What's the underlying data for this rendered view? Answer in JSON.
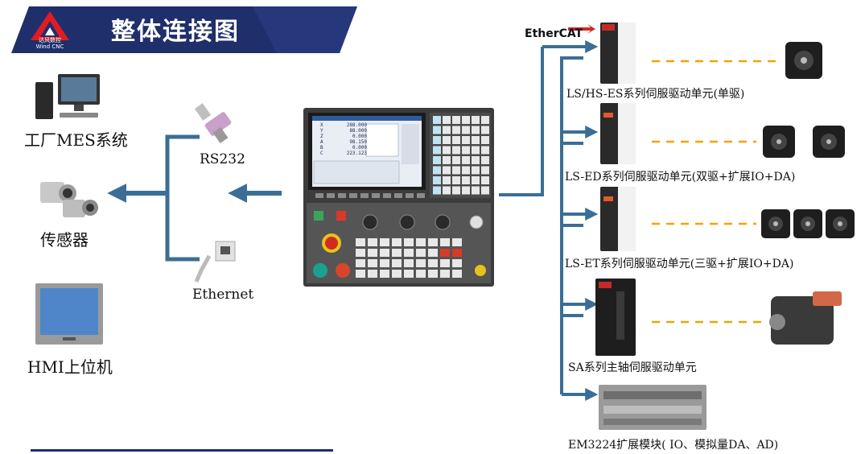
{
  "header": {
    "title": "整体连接图",
    "logo_cn": "达风数控",
    "logo_en": "Wind CNC",
    "banner_color": "#1f2f6b"
  },
  "left_devices": {
    "mes": "工厂MES系统",
    "sensor": "传感器",
    "hmi": "HMI上位机"
  },
  "interfaces": {
    "rs232": "RS232",
    "ethernet": "Ethernet"
  },
  "bus": {
    "ethercat": "EtherCAT"
  },
  "right_units": [
    {
      "label": "LS/HS-ES系列伺服驱动单元(单驱)",
      "motors": 1
    },
    {
      "label": "LS-ED系列伺服驱动单元(双驱+扩展IO+DA)",
      "motors": 2
    },
    {
      "label": "LS-ET系列伺服驱动单元(三驱+扩展IO+DA)",
      "motors": 3
    },
    {
      "label": "SA系列主轴伺服驱动单元",
      "motors": 1
    },
    {
      "label": "EM3224扩展模块( IO、模拟量DA、AD)",
      "motors": 0
    }
  ],
  "cnc_screen": {
    "axes": [
      "X",
      "Y",
      "Z",
      "A",
      "B",
      "C"
    ],
    "values": [
      "288.000",
      "88.000",
      "0.000",
      "98.150",
      "0.000",
      "223.123"
    ]
  },
  "colors": {
    "arrow": "#3b6e96",
    "dash": "#f0a500",
    "banner": "#1f2f6b"
  }
}
